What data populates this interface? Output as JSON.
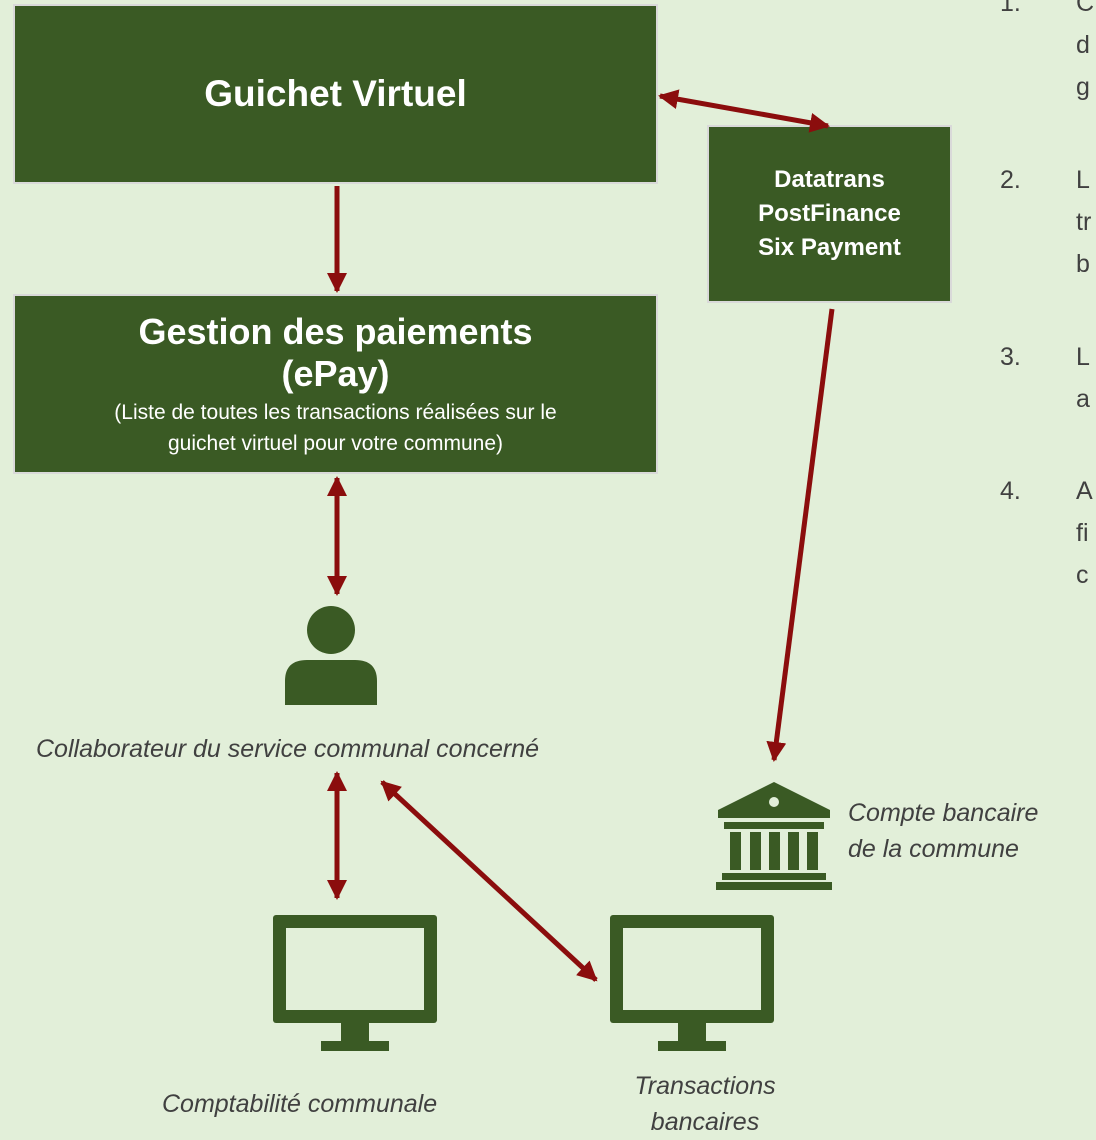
{
  "colors": {
    "background": "#e2efd9",
    "box": "#3a5a24",
    "arrow": "#8b0d0d",
    "icon": "#3a5a24"
  },
  "boxes": {
    "guichet": "Guichet Virtuel",
    "gestion_title_1": "Gestion des paiements",
    "gestion_title_2": "(ePay)",
    "gestion_desc_1": "(Liste de toutes les transactions réalisées sur le",
    "gestion_desc_2": "guichet virtuel pour votre commune)",
    "datatrans_1": "Datatrans",
    "datatrans_2": "PostFinance",
    "datatrans_3": "Six Payment"
  },
  "labels": {
    "collaborateur": "Collaborateur du service communal concerné",
    "compte_1": "Compte bancaire",
    "compte_2": "de la commune",
    "comptabilite": "Comptabilité communale",
    "transactions_1": "Transactions",
    "transactions_2": "bancaires"
  },
  "list": [
    {
      "num": "1.",
      "lines": [
        "C",
        "d",
        "g"
      ]
    },
    {
      "num": "2.",
      "lines": [
        "L",
        "tr",
        "b"
      ]
    },
    {
      "num": "3.",
      "lines": [
        "L",
        "a"
      ]
    },
    {
      "num": "4.",
      "lines": [
        "A",
        "fi",
        "c"
      ]
    }
  ],
  "icons": [
    "person-icon",
    "bank-icon",
    "monitor-icon",
    "monitor-icon"
  ]
}
